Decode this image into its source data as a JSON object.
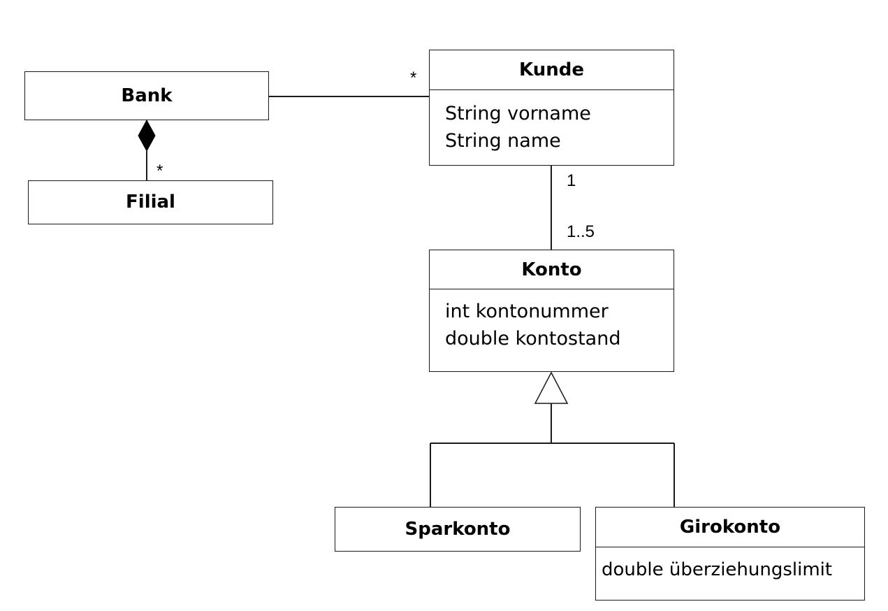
{
  "classes": {
    "bank": {
      "name": "Bank"
    },
    "filial": {
      "name": "Filial"
    },
    "kunde": {
      "name": "Kunde",
      "attributes": [
        "String vorname",
        "String name"
      ]
    },
    "konto": {
      "name": "Konto",
      "attributes": [
        "int kontonummer",
        "double kontostand"
      ]
    },
    "sparkonto": {
      "name": "Sparkonto"
    },
    "girokonto": {
      "name": "Girokonto",
      "attributes": [
        "double überziehungslimit"
      ]
    }
  },
  "multiplicities": {
    "bank_kunde": "*",
    "bank_filial": "*",
    "kunde_konto_top": "1",
    "kunde_konto_bottom": "1..5"
  }
}
